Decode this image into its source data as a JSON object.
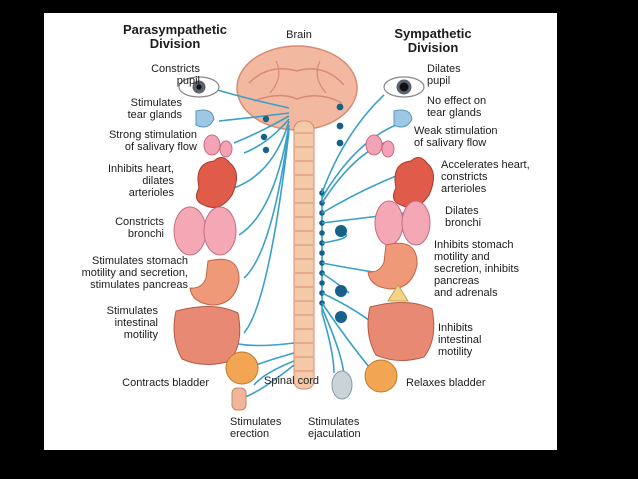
{
  "headings": {
    "parasympathetic": "Parasympathetic\nDivision",
    "brain": "Brain",
    "sympathetic": "Sympathetic\nDivision"
  },
  "parasympathetic": {
    "pupil": "Constricts\npupil",
    "tear": "Stimulates\ntear glands",
    "salivary": "Strong stimulation\nof salivary flow",
    "heart": "Inhibits heart,\ndilates\narterioles",
    "bronchi": "Constricts\nbronchi",
    "stomach": "Stimulates stomach\nmotility and secretion,\nstimulates pancreas",
    "intestine": "Stimulates\nintestinal\nmotility",
    "bladder": "Contracts bladder",
    "erection": "Stimulates\nerection"
  },
  "sympathetic": {
    "pupil": "Dilates\npupil",
    "tear": "No effect on\ntear glands",
    "salivary": "Weak stimulation\nof salivary flow",
    "heart": "Accelerates heart,\nconstricts\narterioles",
    "bronchi": "Dilates\nbronchi",
    "stomach": "Inhibits stomach\nmotility and\nsecretion, inhibits\npancreas\nand adrenals",
    "intestine": "Inhibits\nintestinal\nmotility",
    "bladder": "Relaxes bladder",
    "ejaculation": "Stimulates\nejaculation"
  },
  "spinal_cord": "Spinal cord",
  "colors": {
    "nerve": "#3aa0c8",
    "ganglion": "#17608a",
    "cord": "#f4c9a8",
    "organ": "#e8695a"
  }
}
